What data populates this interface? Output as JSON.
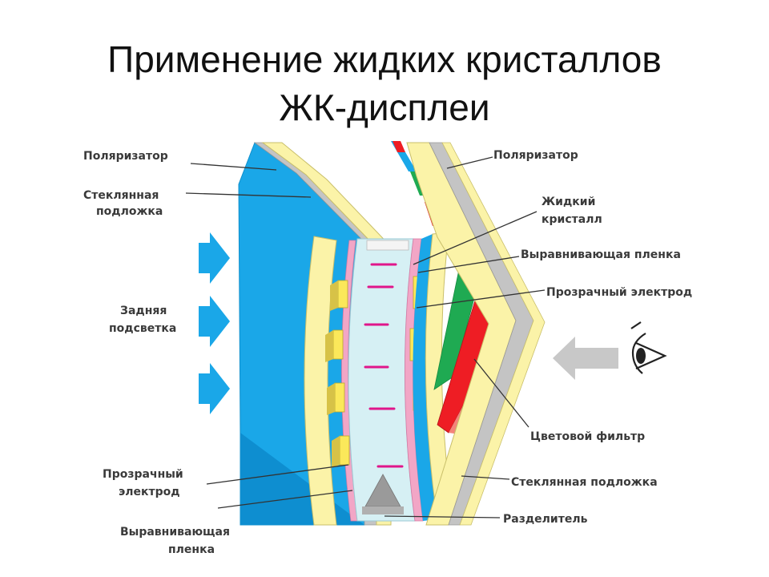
{
  "title": {
    "line1": "Применение жидких кристаллов",
    "line2": "ЖК-дисплеи"
  },
  "labels": {
    "left": {
      "polarizer": "Поляризатор",
      "glass_1": "Стеклянная",
      "glass_2": "подложка",
      "backlight_1": "Задняя",
      "backlight_2": "подсветка",
      "electrode_1": "Прозрачный",
      "electrode_2": "электрод",
      "alignment_1": "Выравнивающая",
      "alignment_2": "пленка"
    },
    "right": {
      "polarizer": "Поляризатор",
      "lc_1": "Жидкий",
      "lc_2": "кристалл",
      "alignment": "Выравнивающая пленка",
      "electrode": "Прозрачный электрод",
      "color_filter": "Цветовой фильтр",
      "glass": "Стеклянная подложка",
      "separator": "Разделитель"
    }
  },
  "icons": {
    "light": "light-direction-arrow-icon",
    "viewer": "eye-icon",
    "view": "view-direction-arrow-icon"
  },
  "colors": {
    "backlight_blue": "#1aa7e8",
    "polarizer_gray": "#c4c4c4",
    "glass_yellow": "#fbf3a8",
    "liquid_crystal": "#d6f0f4",
    "alignment_pink": "#f2a6c6",
    "electrode_yellow": "#fbe85a",
    "filter_green": "#1faa52",
    "filter_red": "#ee1d24",
    "molecule_magenta": "#e0168a",
    "arrow_gray": "#c8c8c8"
  }
}
